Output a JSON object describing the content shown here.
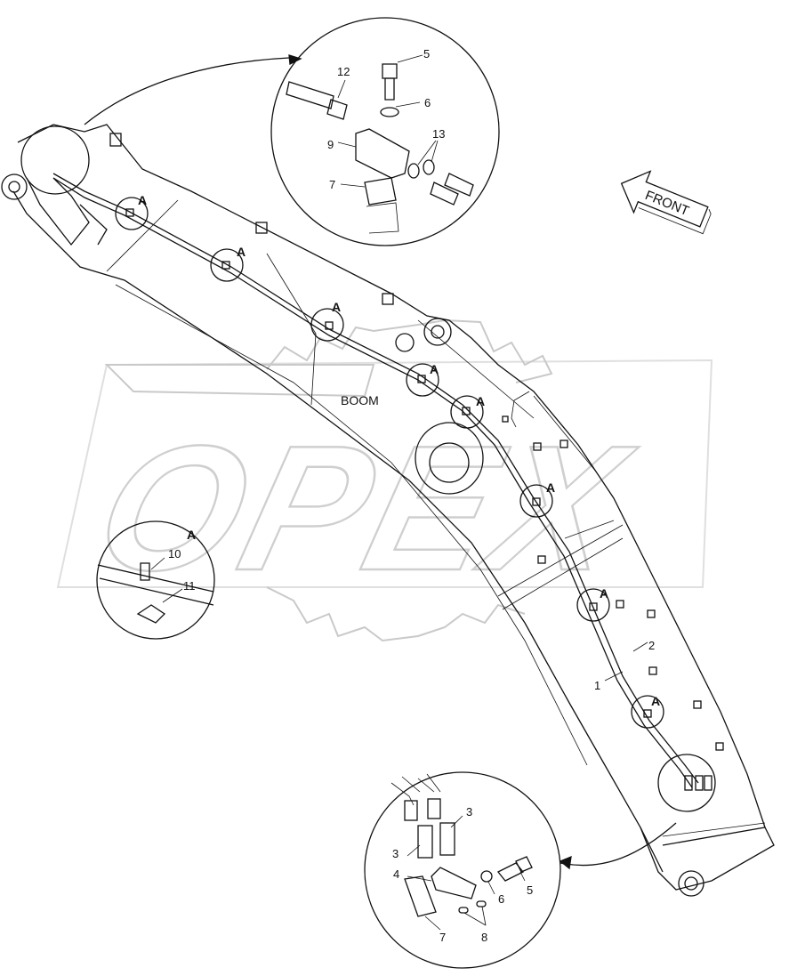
{
  "diagram": {
    "body_label": "BOOM",
    "direction_label": "FRONT",
    "watermark": "OPEX",
    "detail_marker": "A",
    "top_callouts": [
      "5",
      "6",
      "9",
      "12",
      "13",
      "7"
    ],
    "bottom_callouts": [
      "3",
      "3",
      "4",
      "6",
      "5",
      "7",
      "8"
    ],
    "detail_a_callouts": [
      "A",
      "10",
      "11"
    ],
    "hose_callouts": [
      "1",
      "2"
    ]
  }
}
